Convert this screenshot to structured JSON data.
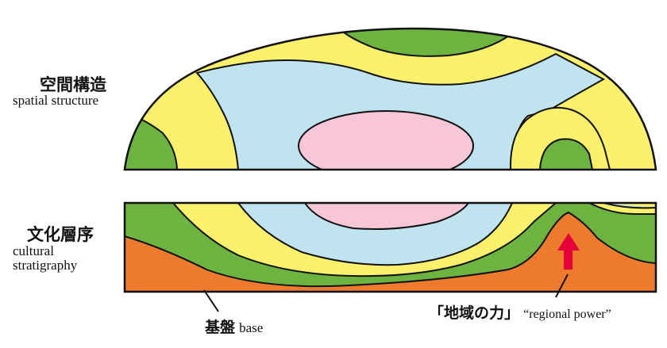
{
  "labels": {
    "spatial_jp": "空間構造",
    "spatial_en": "spatial structure",
    "cultural_jp": "文化層序",
    "cultural_en_1": "cultural",
    "cultural_en_2": "stratigraphy",
    "base_jp": "基盤",
    "base_en": "base",
    "regional_jp": "「地域の力」",
    "regional_en": "“regional power”"
  },
  "colors": {
    "green": "#6cb33f",
    "yellow": "#fdf06a",
    "lightblue": "#bfe3ef",
    "pink": "#f7c7d6",
    "orange": "#ee7a2d",
    "arrow_red": "#e60039",
    "outline": "#111111"
  }
}
